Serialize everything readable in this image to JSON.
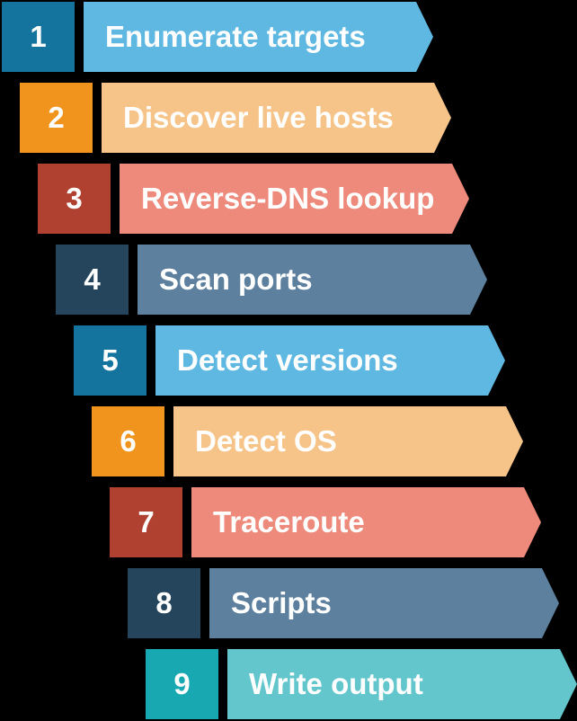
{
  "diagram": {
    "type": "staggered-process-arrows",
    "background_color": "#000000",
    "text_color": "#ffffff",
    "palette": {
      "dark_blue": "#15749D",
      "light_blue": "#5FB8E1",
      "orange": "#F0941E",
      "tan": "#F6C489",
      "brick_red": "#B0402F",
      "salmon": "#EE8A7B",
      "navy": "#24455B",
      "slate_blue": "#5D809E",
      "dark_teal": "#18A8B2",
      "light_teal": "#63C6CC"
    }
  },
  "steps": [
    {
      "num": "1",
      "label": "Enumerate targets",
      "box_color": "#15749D",
      "arrow_color": "#5FB8E1"
    },
    {
      "num": "2",
      "label": "Discover live hosts",
      "box_color": "#F0941E",
      "arrow_color": "#F6C489"
    },
    {
      "num": "3",
      "label": "Reverse-DNS lookup",
      "box_color": "#B0402F",
      "arrow_color": "#EE8A7B"
    },
    {
      "num": "4",
      "label": "Scan ports",
      "box_color": "#24455B",
      "arrow_color": "#5D809E"
    },
    {
      "num": "5",
      "label": "Detect versions",
      "box_color": "#15749D",
      "arrow_color": "#5FB8E1"
    },
    {
      "num": "6",
      "label": "Detect OS",
      "box_color": "#F0941E",
      "arrow_color": "#F6C489"
    },
    {
      "num": "7",
      "label": "Traceroute",
      "box_color": "#B0402F",
      "arrow_color": "#EE8A7B"
    },
    {
      "num": "8",
      "label": "Scripts",
      "box_color": "#24455B",
      "arrow_color": "#5D809E"
    },
    {
      "num": "9",
      "label": "Write output",
      "box_color": "#18A8B2",
      "arrow_color": "#63C6CC"
    }
  ]
}
